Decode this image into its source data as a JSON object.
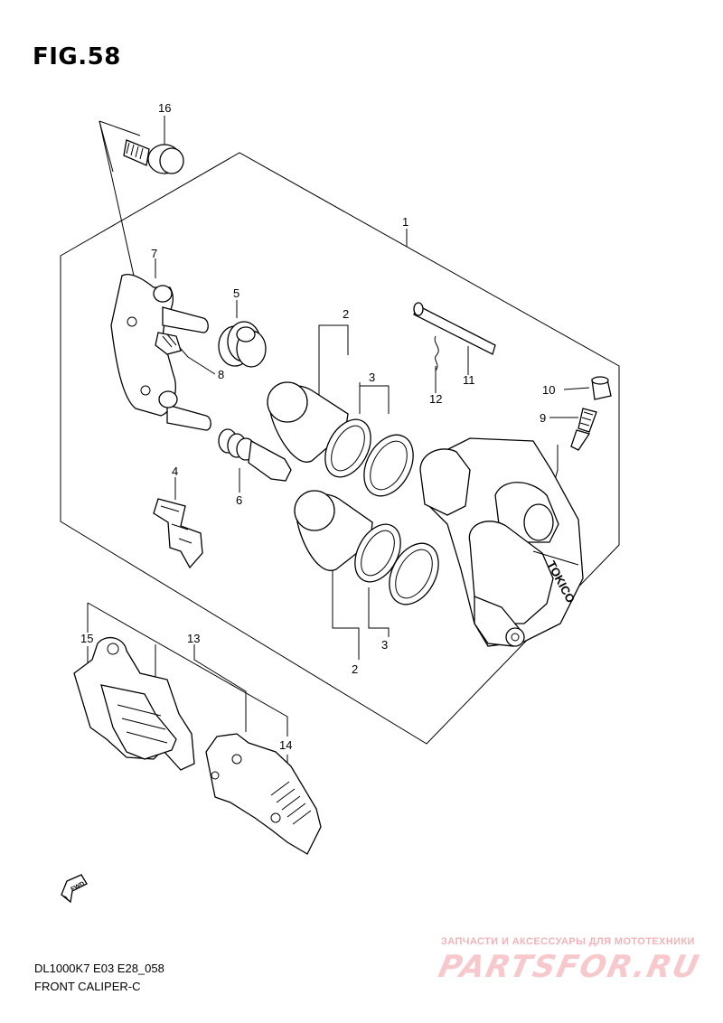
{
  "figure": {
    "title": "FIG.58",
    "diagram_code": "DL1000K7 E03 E28_058",
    "diagram_name": "FRONT CALIPER-C"
  },
  "callouts": [
    "1",
    "2",
    "3",
    "4",
    "5",
    "6",
    "7",
    "8",
    "9",
    "10",
    "11",
    "12",
    "13",
    "14",
    "15",
    "16",
    "2",
    "3"
  ],
  "caliper_lettering": "TOKICO",
  "fwd_arrow_label": "FWD",
  "watermark": {
    "tagline": "ЗАПЧАСТИ И АКСЕССУАРЫ ДЛЯ МОТОТЕХНИКИ",
    "logo": "PARTSFOR.RU"
  },
  "colors": {
    "line": "#000000",
    "background": "#ffffff",
    "watermark": "#f2b3b8"
  }
}
